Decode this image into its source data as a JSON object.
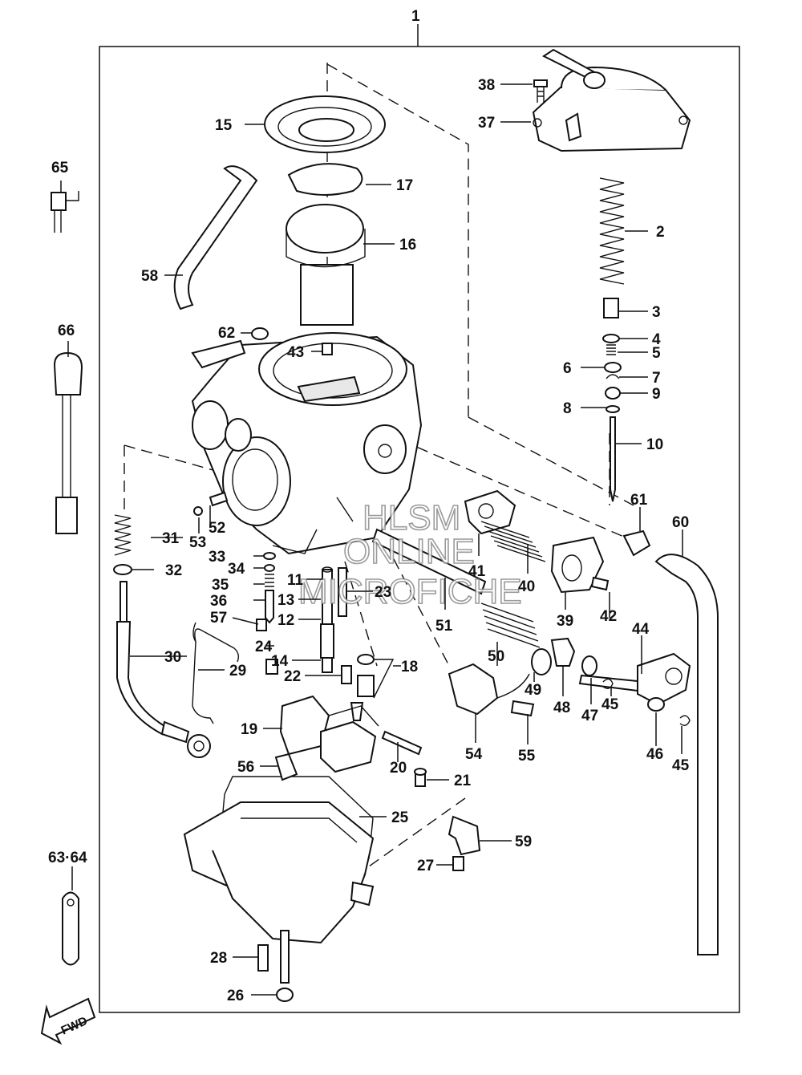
{
  "diagram": {
    "assembly_label": "1",
    "direction_label": "FWD",
    "watermark": {
      "line1": "HLSM",
      "line2": "ONLINE",
      "line3": "MICROFICHE"
    },
    "callouts": {
      "c2": "2",
      "c3": "3",
      "c4": "4",
      "c5": "5",
      "c6": "6",
      "c7": "7",
      "c8": "8",
      "c9": "9",
      "c10": "10",
      "c11": "11",
      "c12": "12",
      "c13": "13",
      "c14": "14",
      "c15": "15",
      "c16": "16",
      "c17": "17",
      "c18": "18",
      "c19": "19",
      "c20": "20",
      "c21": "21",
      "c22": "22",
      "c23": "23",
      "c24": "24",
      "c25": "25",
      "c26": "26",
      "c27": "27",
      "c28": "28",
      "c29": "29",
      "c30": "30",
      "c31": "31",
      "c32": "32",
      "c33": "33",
      "c34": "34",
      "c35": "35",
      "c36": "36",
      "c37": "37",
      "c38": "38",
      "c39": "39",
      "c40": "40",
      "c41": "41",
      "c42": "42",
      "c43": "43",
      "c44": "44",
      "c45a": "45",
      "c45b": "45",
      "c46": "46",
      "c47": "47",
      "c48": "48",
      "c49": "49",
      "c50": "50",
      "c51": "51",
      "c52": "52",
      "c53": "53",
      "c54": "54",
      "c55": "55",
      "c56": "56",
      "c57": "57",
      "c58": "58",
      "c59": "59",
      "c60": "60",
      "c61": "61",
      "c62": "62",
      "c6364": "63·64",
      "c65": "65",
      "c66": "66"
    }
  }
}
